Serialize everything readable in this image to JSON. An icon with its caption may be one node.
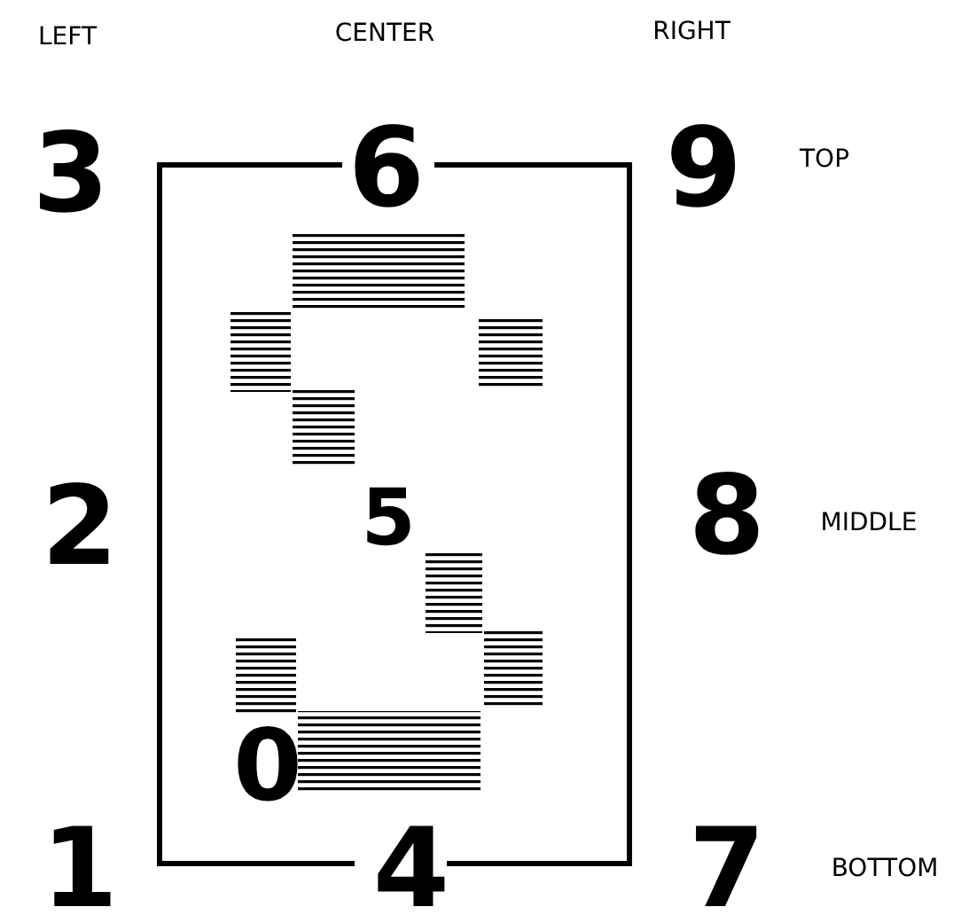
{
  "diagram": {
    "labels": [
      "LEFT",
      "CENTER",
      "RIGHT",
      "3",
      "6",
      "9",
      "TOP",
      "2",
      "5",
      "8",
      "MIDDLE",
      "0",
      "1",
      "4",
      "7",
      "BOTTOM"
    ]
  }
}
